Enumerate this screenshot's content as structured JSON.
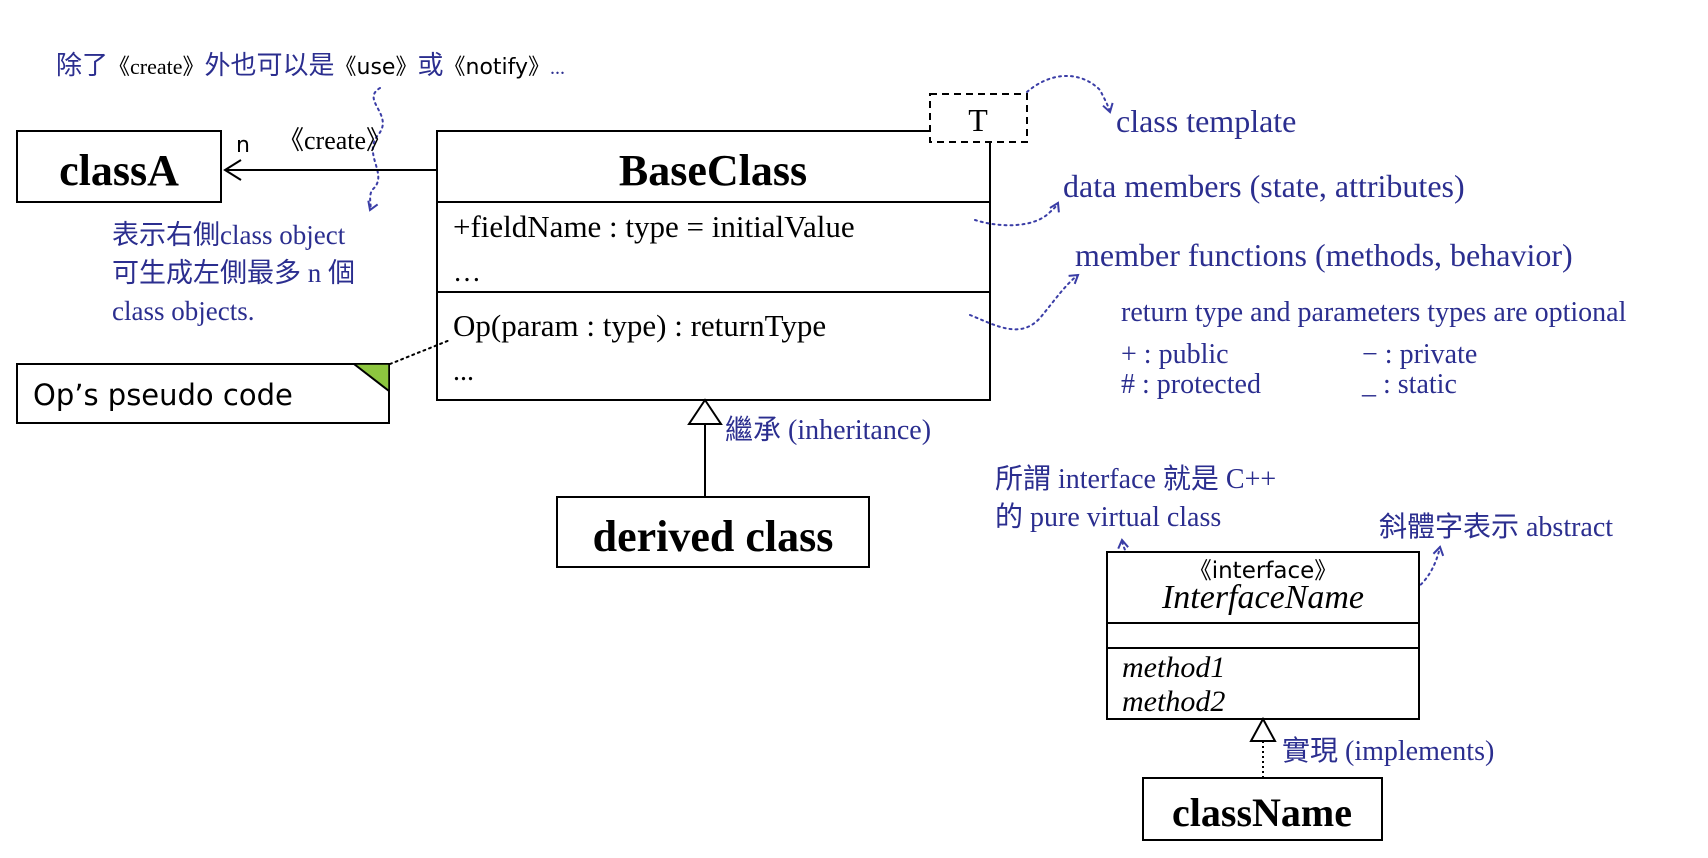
{
  "stereotype_note": {
    "prefix": "除了",
    "create": "《create》",
    "middle": "外也可以是",
    "use": "《use》",
    "or": "或",
    "notify": "《notify》",
    "ellipsis": "..."
  },
  "classA": {
    "name": "classA",
    "multiplicity": "n",
    "stereotype": "《create》",
    "note_lines": [
      "表示右側class object",
      "可生成左側最多 n 個",
      "class objects."
    ]
  },
  "base_class": {
    "template_param": "T",
    "name": "BaseClass",
    "field": "+fieldName : type = initialValue",
    "field_more": "…",
    "operation": "Op(param : type) : returnType",
    "operation_more": "..."
  },
  "pseudo_note": "Op’s pseudo code",
  "inheritance_label": "繼承 (inheritance)",
  "derived_class": "derived class",
  "annotations": {
    "class_template": "class template",
    "data_members": "data members (state, attributes)",
    "member_functions": "member functions (methods, behavior)",
    "optional_note": "return type and parameters types are optional",
    "public": "+ : public",
    "private": "− : private",
    "protected": "# : protected",
    "static": "_ : static"
  },
  "interface_note": [
    "所謂 interface 就是 C++",
    "的 pure virtual class"
  ],
  "italic_note": "斜體字表示 abstract",
  "interface": {
    "stereotype": "《interface》",
    "name": "InterfaceName",
    "methods": [
      "method1",
      "method2"
    ]
  },
  "implements_label": "實現 (implements)",
  "class_name": "className",
  "colors": {
    "annotation": "#2b2e8f",
    "note_corner": "#8dc63f",
    "line": "#000000"
  }
}
